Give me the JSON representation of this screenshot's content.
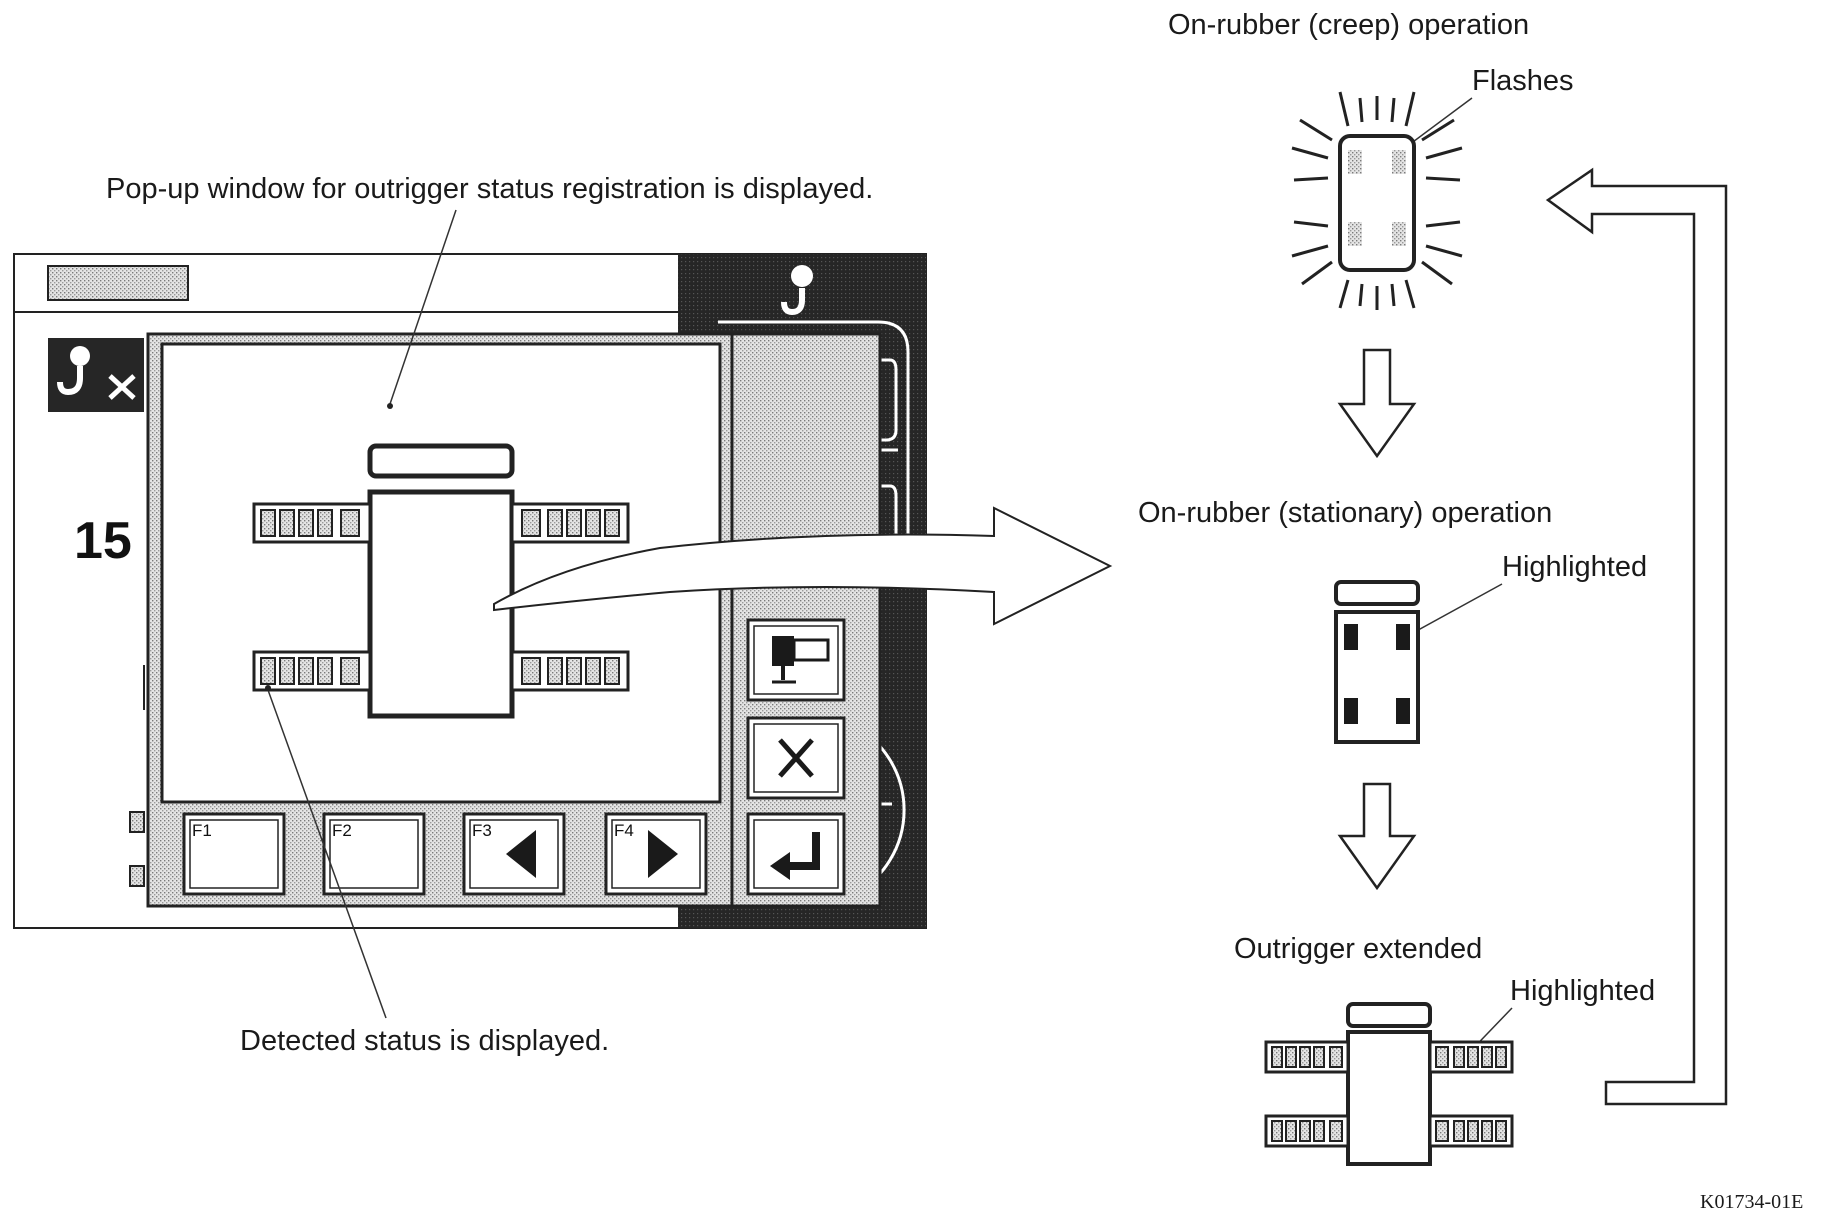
{
  "labels": {
    "popup_caption": "Pop-up window for outrigger status registration is displayed.",
    "detected_caption": "Detected status is displayed.",
    "creep_title": "On-rubber (creep) operation",
    "creep_note": "Flashes",
    "stationary_title": "On-rubber (stationary) operation",
    "stationary_note": "Highlighted",
    "extended_title": "Outrigger extended",
    "extended_note": "Highlighted",
    "figure_code": "K01734-01E"
  },
  "screen": {
    "partial_number": "15",
    "function_keys": [
      "F1",
      "F2",
      "F3",
      "F4"
    ]
  },
  "icons": {
    "hook_cancel": "hook-x-icon",
    "hook_top": "hook-icon",
    "camera_button": "camera-icon",
    "cancel_button": "close-icon",
    "enter_button": "enter-return-icon",
    "f3_glyph": "triangle-left-icon",
    "f4_glyph": "triangle-right-icon"
  }
}
